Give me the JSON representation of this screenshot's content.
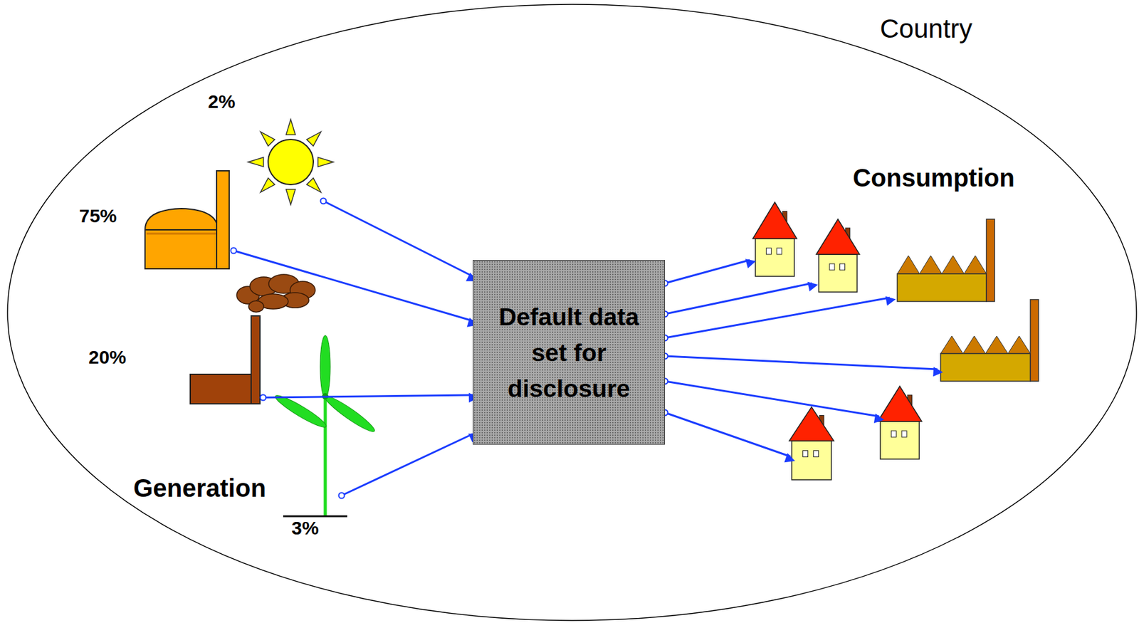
{
  "diagram": {
    "nodes": [
      {
        "text": [
          "Country"
        ]
      },
      {
        "text": [
          "2%"
        ],
        "in": 0
      },
      {
        "text": [
          "75%"
        ],
        "in": 0
      },
      {
        "text": [
          "20%"
        ],
        "in": 0
      },
      {
        "text": [
          "3%"
        ],
        "in": 0
      },
      {
        "text": [
          "Default data set for disclosure"
        ],
        "in": 0
      }
    ],
    "edges": [
      {
        "from": 1,
        "to": 5,
        "arrow": "to"
      },
      {
        "from": 2,
        "to": 5,
        "arrow": "to"
      },
      {
        "from": 3,
        "to": 5,
        "arrow": "to"
      },
      {
        "from": 4,
        "to": 5,
        "arrow": "to"
      }
    ],
    "labels": [
      "Generation",
      "Consumption"
    ]
  }
}
